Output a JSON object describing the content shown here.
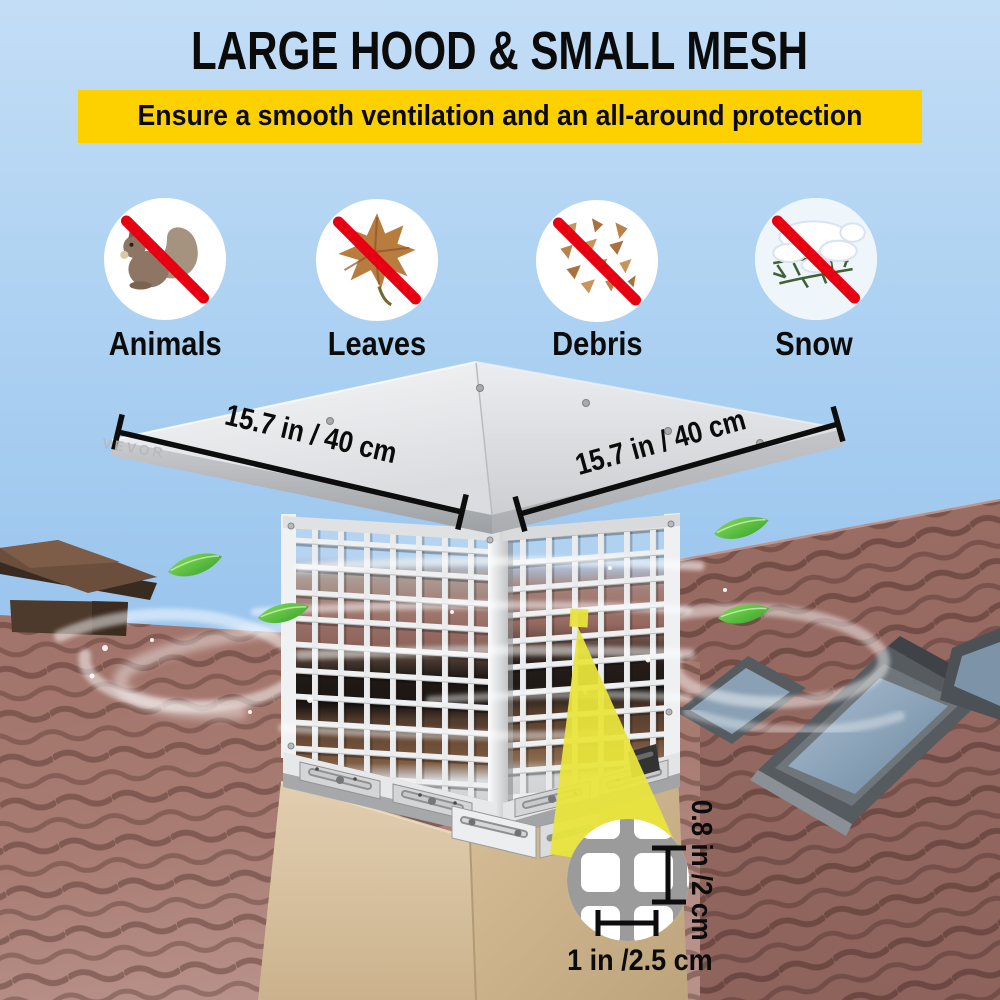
{
  "header": {
    "title": "LARGE HOOD & SMALL MESH",
    "subtitle": "Ensure a smooth ventilation and an all-around protection"
  },
  "blocked": {
    "items": [
      {
        "label": "Animals",
        "icon": "no-animals-icon"
      },
      {
        "label": "Leaves",
        "icon": "no-leaves-icon"
      },
      {
        "label": "Debris",
        "icon": "no-debris-icon"
      },
      {
        "label": "Snow",
        "icon": "no-snow-icon"
      }
    ]
  },
  "dims": {
    "hood_left": "15.7 in / 40 cm",
    "hood_right": "15.7 in / 40 cm",
    "mesh_cell_height": "0.8 in /2 cm",
    "mesh_cell_width": "1 in /2.5 cm"
  },
  "brand": {
    "watermark": "VEVOR"
  },
  "colors": {
    "banner_bg": "#fdd100",
    "prohibition_red": "#e60012",
    "highlight_yellow": "#e9e43c",
    "steel_light": "#f2f3f5",
    "roof_base": "#9c6f66",
    "sky_top": "#c3ddf6"
  }
}
